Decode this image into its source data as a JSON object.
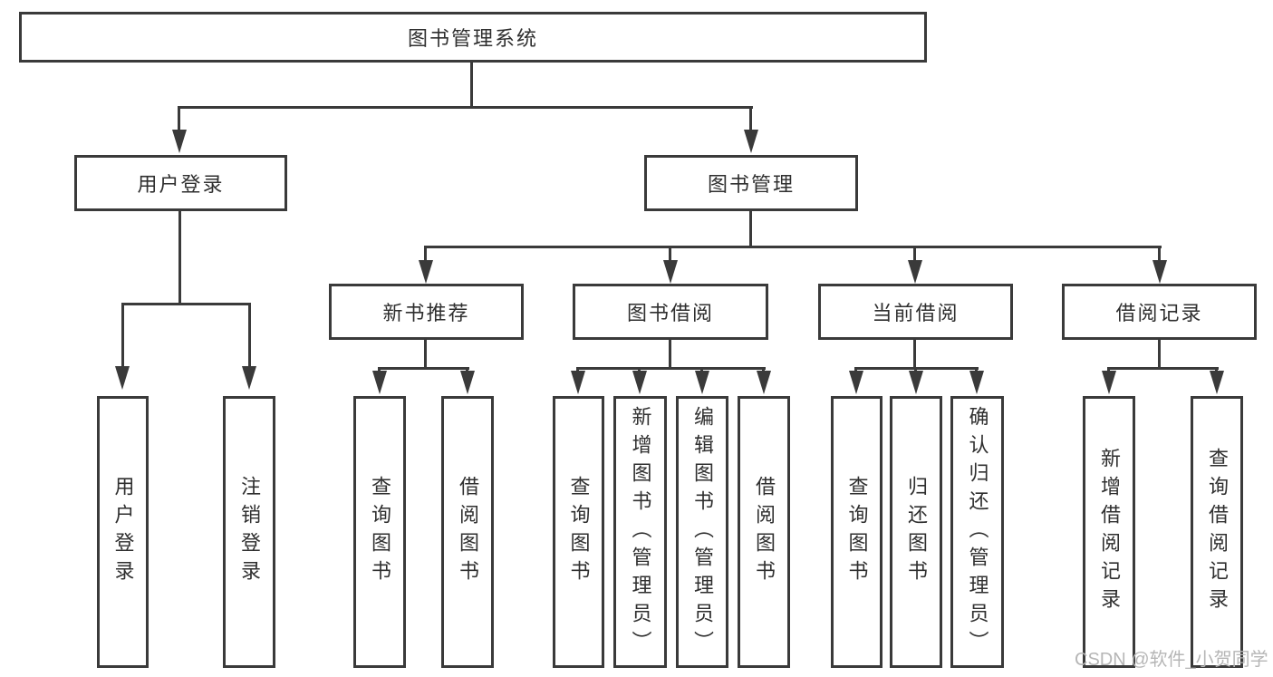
{
  "colors": {
    "line": "#3a3a3a",
    "text": "#2f2f2f",
    "watermark": "#b6b6b6",
    "background": "#ffffff"
  },
  "tree": {
    "root": {
      "label": "图书管理系统",
      "children": [
        {
          "label": "用户登录",
          "children": [
            {
              "label": "用户登录"
            },
            {
              "label": "注销登录"
            }
          ]
        },
        {
          "label": "图书管理",
          "children": [
            {
              "label": "新书推荐",
              "children": [
                {
                  "label": "查询图书"
                },
                {
                  "label": "借阅图书"
                }
              ]
            },
            {
              "label": "图书借阅",
              "children": [
                {
                  "label": "查询图书"
                },
                {
                  "label": "新增图书（管理员）"
                },
                {
                  "label": "编辑图书（管理员）"
                },
                {
                  "label": "借阅图书"
                }
              ]
            },
            {
              "label": "当前借阅",
              "children": [
                {
                  "label": "查询图书"
                },
                {
                  "label": "归还图书"
                },
                {
                  "label": "确认归还（管理员）"
                }
              ]
            },
            {
              "label": "借阅记录",
              "children": [
                {
                  "label": "新增借阅记录"
                },
                {
                  "label": "查询借阅记录"
                }
              ]
            }
          ]
        }
      ]
    }
  },
  "watermark": {
    "text": "CSDN @软件_小贺同学"
  }
}
